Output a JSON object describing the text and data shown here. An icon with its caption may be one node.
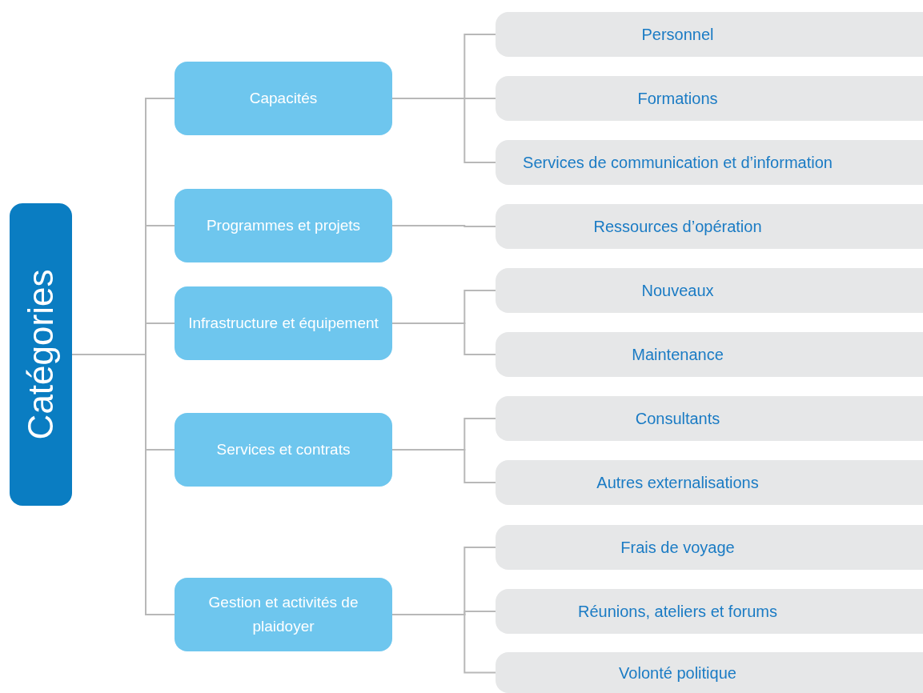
{
  "diagram": {
    "nodes": [
      {
        "text": [
          "Catégories"
        ]
      },
      {
        "text": [
          "Capacités"
        ]
      },
      {
        "text": [
          "Programmes et projets"
        ]
      },
      {
        "text": [
          "Infrastructure et équipement"
        ]
      },
      {
        "text": [
          "Services et contrats"
        ]
      },
      {
        "text": [
          "Gestion et activités de plaidoyer"
        ]
      },
      {
        "text": [
          "Personnel"
        ]
      },
      {
        "text": [
          "Formations"
        ]
      },
      {
        "text": [
          "Services de communication et d’information"
        ]
      },
      {
        "text": [
          "Ressources d’opération"
        ]
      },
      {
        "text": [
          "Nouveaux"
        ]
      },
      {
        "text": [
          "Maintenance"
        ]
      },
      {
        "text": [
          "Consultants"
        ]
      },
      {
        "text": [
          "Autres externalisations"
        ]
      },
      {
        "text": [
          "Frais de voyage"
        ]
      },
      {
        "text": [
          "Réunions, ateliers et forums"
        ]
      },
      {
        "text": [
          "Volonté politique"
        ]
      }
    ],
    "edges": [
      {
        "from": 0,
        "to": 1,
        "arrow": "none"
      },
      {
        "from": 0,
        "to": 2,
        "arrow": "none"
      },
      {
        "from": 0,
        "to": 3,
        "arrow": "none"
      },
      {
        "from": 0,
        "to": 4,
        "arrow": "none"
      },
      {
        "from": 0,
        "to": 5,
        "arrow": "none"
      },
      {
        "from": 1,
        "to": 6,
        "arrow": "none"
      },
      {
        "from": 1,
        "to": 7,
        "arrow": "none"
      },
      {
        "from": 1,
        "to": 8,
        "arrow": "none"
      },
      {
        "from": 2,
        "to": 9,
        "arrow": "none"
      },
      {
        "from": 3,
        "to": 10,
        "arrow": "none"
      },
      {
        "from": 3,
        "to": 11,
        "arrow": "none"
      },
      {
        "from": 4,
        "to": 12,
        "arrow": "none"
      },
      {
        "from": 4,
        "to": 13,
        "arrow": "none"
      },
      {
        "from": 5,
        "to": 14,
        "arrow": "none"
      },
      {
        "from": 5,
        "to": 15,
        "arrow": "none"
      },
      {
        "from": 5,
        "to": 16,
        "arrow": "none"
      }
    ]
  }
}
